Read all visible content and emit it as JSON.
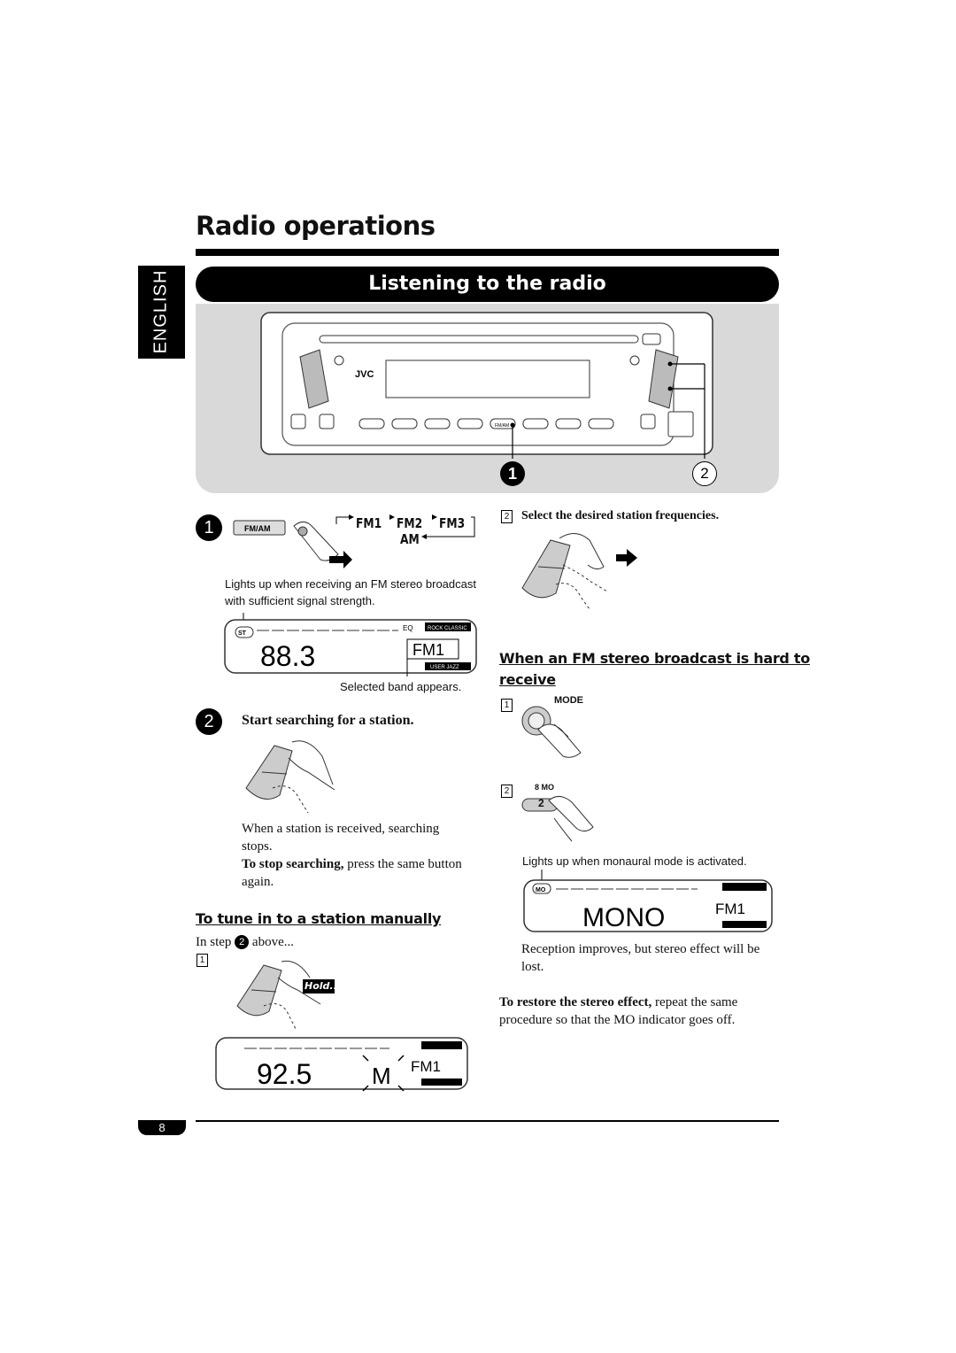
{
  "header": {
    "title": "Radio operations",
    "language_tab": "ENGLISH"
  },
  "section": {
    "banner": "Listening to the radio"
  },
  "unit_callouts": [
    "1",
    "2"
  ],
  "unit": {
    "brand": "JVC",
    "fmam_key": "FM/AM"
  },
  "step1": {
    "number": "1",
    "button_label": "FM/AM",
    "bands": [
      "FM1",
      "FM2",
      "FM3",
      "AM"
    ],
    "caption_st": "Lights up when receiving an FM stereo broadcast with sufficient signal strength.",
    "display": {
      "indicator": "ST",
      "frequency": "88.3",
      "band": "FM1",
      "eq": "EQ",
      "presets_top": "ROCK CLASSIC",
      "presets_bottom": "USER JAZZ"
    },
    "caption_band": "Selected band appears."
  },
  "step2": {
    "number": "2",
    "heading": "Start searching for a station.",
    "text": "When a station is received, searching stops.",
    "stop_bold": "To stop searching,",
    "stop_rest": " press the same button again."
  },
  "manual": {
    "heading": "To tune in to a station manually",
    "in_step_pre": "In step ",
    "in_step_num": "2",
    "in_step_post": " above...",
    "sub1": "1",
    "hold": "Hold....",
    "display": {
      "frequency": "92.5",
      "memory": "M",
      "band": "FM1"
    },
    "sub2": "2",
    "sub2_text": "Select the desired station frequencies."
  },
  "stereo": {
    "heading_line1": "When an FM stereo broadcast is hard to",
    "heading_line2": "receive",
    "sub1": "1",
    "mode_label": "MODE",
    "sub2": "2",
    "key_label": "8 MO",
    "key_number": "2",
    "caption_mo": "Lights up when monaural mode is activated.",
    "display": {
      "indicator": "MO",
      "text": "MONO",
      "band": "FM1"
    },
    "result": "Reception improves, but stereo effect will be lost.",
    "restore_bold": "To restore the stereo effect,",
    "restore_rest": " repeat the same procedure so that the MO indicator goes off."
  },
  "footer": {
    "page_number": "8"
  }
}
